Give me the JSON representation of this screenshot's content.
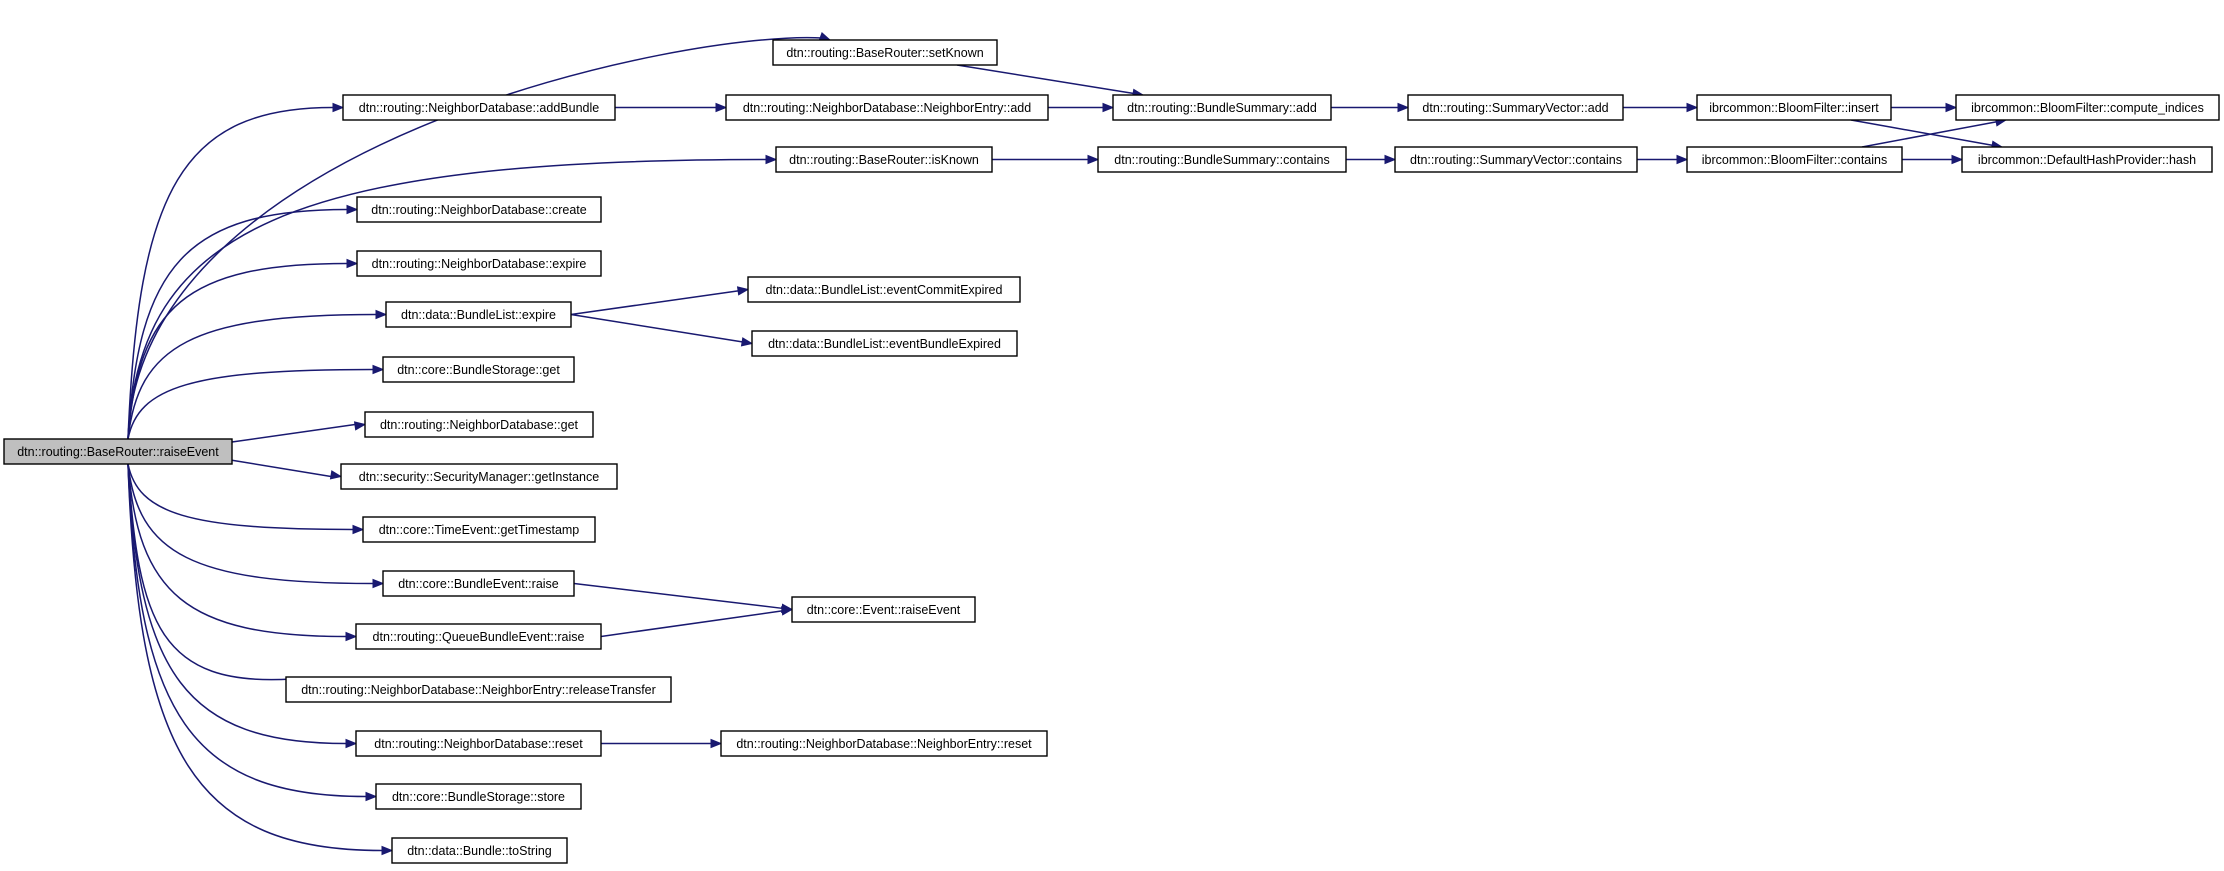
{
  "title": "",
  "colors": {
    "edge": "#191970",
    "node_border": "#000000",
    "root_fill": "#bfbfbf",
    "node_fill": "#ffffff"
  },
  "nodes": [
    {
      "id": "root",
      "label": "dtn::routing::BaseRouter::raiseEvent"
    },
    {
      "id": "setKnown",
      "label": "dtn::routing::BaseRouter::setKnown"
    },
    {
      "id": "addBundle",
      "label": "dtn::routing::NeighborDatabase::addBundle"
    },
    {
      "id": "neAdd",
      "label": "dtn::routing::NeighborDatabase::NeighborEntry::add"
    },
    {
      "id": "bsAdd",
      "label": "dtn::routing::BundleSummary::add"
    },
    {
      "id": "svAdd",
      "label": "dtn::routing::SummaryVector::add"
    },
    {
      "id": "bfInsert",
      "label": "ibrcommon::BloomFilter::insert"
    },
    {
      "id": "bfCompute",
      "label": "ibrcommon::BloomFilter::compute_indices"
    },
    {
      "id": "isKnown",
      "label": "dtn::routing::BaseRouter::isKnown"
    },
    {
      "id": "bsContains",
      "label": "dtn::routing::BundleSummary::contains"
    },
    {
      "id": "svContains",
      "label": "dtn::routing::SummaryVector::contains"
    },
    {
      "id": "bfContains",
      "label": "ibrcommon::BloomFilter::contains"
    },
    {
      "id": "hash",
      "label": "ibrcommon::DefaultHashProvider::hash"
    },
    {
      "id": "create",
      "label": "dtn::routing::NeighborDatabase::create"
    },
    {
      "id": "ndExpire",
      "label": "dtn::routing::NeighborDatabase::expire"
    },
    {
      "id": "blExpire",
      "label": "dtn::data::BundleList::expire"
    },
    {
      "id": "commitExpired",
      "label": "dtn::data::BundleList::eventCommitExpired"
    },
    {
      "id": "bundleExpired",
      "label": "dtn::data::BundleList::eventBundleExpired"
    },
    {
      "id": "bsGet",
      "label": "dtn::core::BundleStorage::get"
    },
    {
      "id": "ndGet",
      "label": "dtn::routing::NeighborDatabase::get"
    },
    {
      "id": "getInstance",
      "label": "dtn::security::SecurityManager::getInstance"
    },
    {
      "id": "getTimestamp",
      "label": "dtn::core::TimeEvent::getTimestamp"
    },
    {
      "id": "beRaise",
      "label": "dtn::core::BundleEvent::raise"
    },
    {
      "id": "qbeRaise",
      "label": "dtn::routing::QueueBundleEvent::raise"
    },
    {
      "id": "evRaise",
      "label": "dtn::core::Event::raiseEvent"
    },
    {
      "id": "releaseTransfer",
      "label": "dtn::routing::NeighborDatabase::NeighborEntry::releaseTransfer"
    },
    {
      "id": "ndReset",
      "label": "dtn::routing::NeighborDatabase::reset"
    },
    {
      "id": "neReset",
      "label": "dtn::routing::NeighborDatabase::NeighborEntry::reset"
    },
    {
      "id": "store",
      "label": "dtn::core::BundleStorage::store"
    },
    {
      "id": "toString",
      "label": "dtn::data::Bundle::toString"
    }
  ],
  "edges": [
    {
      "from": "root",
      "to": "setKnown"
    },
    {
      "from": "root",
      "to": "addBundle"
    },
    {
      "from": "root",
      "to": "isKnown"
    },
    {
      "from": "root",
      "to": "create"
    },
    {
      "from": "root",
      "to": "ndExpire"
    },
    {
      "from": "root",
      "to": "blExpire"
    },
    {
      "from": "root",
      "to": "bsGet"
    },
    {
      "from": "root",
      "to": "ndGet"
    },
    {
      "from": "root",
      "to": "getInstance"
    },
    {
      "from": "root",
      "to": "getTimestamp"
    },
    {
      "from": "root",
      "to": "beRaise"
    },
    {
      "from": "root",
      "to": "qbeRaise"
    },
    {
      "from": "root",
      "to": "releaseTransfer"
    },
    {
      "from": "root",
      "to": "ndReset"
    },
    {
      "from": "root",
      "to": "store"
    },
    {
      "from": "root",
      "to": "toString"
    },
    {
      "from": "setKnown",
      "to": "bsAdd"
    },
    {
      "from": "addBundle",
      "to": "neAdd"
    },
    {
      "from": "neAdd",
      "to": "bsAdd"
    },
    {
      "from": "bsAdd",
      "to": "svAdd"
    },
    {
      "from": "svAdd",
      "to": "bfInsert"
    },
    {
      "from": "bfInsert",
      "to": "bfCompute"
    },
    {
      "from": "bfInsert",
      "to": "hash"
    },
    {
      "from": "isKnown",
      "to": "bsContains"
    },
    {
      "from": "bsContains",
      "to": "svContains"
    },
    {
      "from": "svContains",
      "to": "bfContains"
    },
    {
      "from": "bfContains",
      "to": "hash"
    },
    {
      "from": "bfContains",
      "to": "bfCompute"
    },
    {
      "from": "blExpire",
      "to": "commitExpired"
    },
    {
      "from": "blExpire",
      "to": "bundleExpired"
    },
    {
      "from": "beRaise",
      "to": "evRaise"
    },
    {
      "from": "qbeRaise",
      "to": "evRaise"
    },
    {
      "from": "ndReset",
      "to": "neReset"
    }
  ]
}
